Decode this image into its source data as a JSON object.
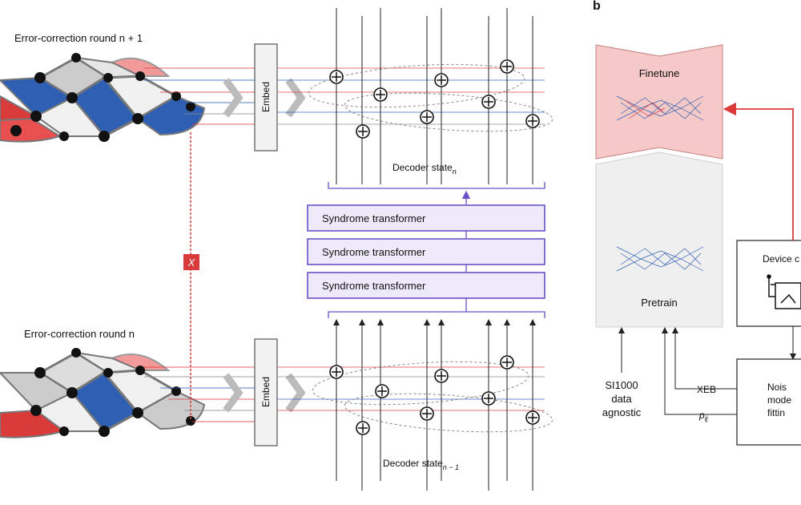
{
  "panel_b_label": "b",
  "round_top_label": "Error-correction round n + 1",
  "round_bottom_label": "Error-correction round n",
  "embed_top": "Embed",
  "embed_bottom": "Embed",
  "x_marker": "X",
  "decoder_state_top": "Decoder state",
  "decoder_state_top_sub": "n",
  "decoder_state_bottom": "Decoder state",
  "decoder_state_bottom_sub": "n − 1",
  "transformers": [
    "Syndrome transformer",
    "Syndrome transformer",
    "Syndrome transformer"
  ],
  "finetune_label": "Finetune",
  "pretrain_label": "Pretrain",
  "device_label": "Device c",
  "noise_lines": [
    "Nois",
    "mode",
    "fittin"
  ],
  "si1000_lines": [
    "SI1000",
    "data",
    "agnostic"
  ],
  "xeb_label": "XEB",
  "pij_label": "p",
  "pij_sub": "ij",
  "colors": {
    "red": "#d93a3a",
    "blue": "#2f5fb3",
    "purple": "#6b4fc7",
    "lavender": "#efeafb",
    "finetune_fill": "#f6c9c9",
    "pretrain_fill": "#efefef"
  }
}
